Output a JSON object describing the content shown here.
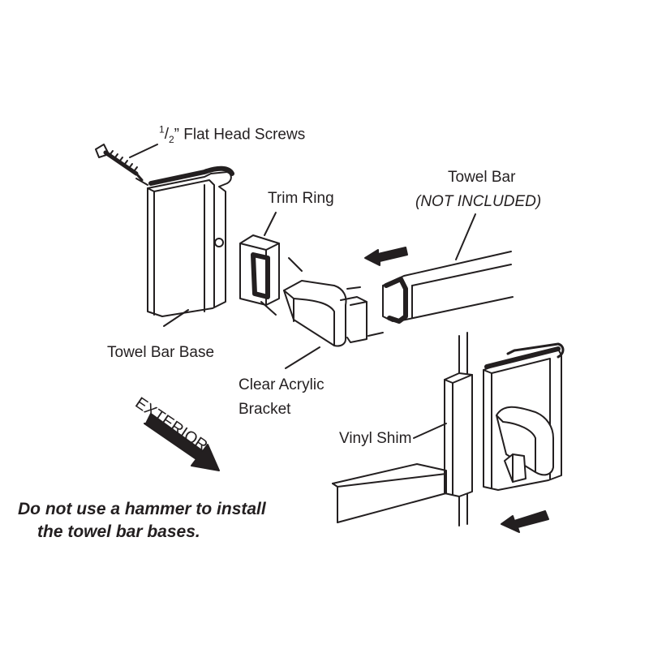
{
  "labels": {
    "screws": {
      "numerator": "1",
      "denominator": "2",
      "text": "” Flat Head Screws"
    },
    "trim_ring": "Trim Ring",
    "towel_bar": "Towel Bar",
    "not_included": "(NOT INCLUDED)",
    "towel_bar_base": "Towel Bar Base",
    "bracket_line1": "Clear Acrylic",
    "bracket_line2": "Bracket",
    "exterior": "EXTERIOR",
    "vinyl_shim": "Vinyl Shim"
  },
  "warning": {
    "line1": "Do not use a hammer to install",
    "line2": "the towel bar bases."
  },
  "colors": {
    "ink": "#231f20",
    "paper": "#ffffff"
  }
}
